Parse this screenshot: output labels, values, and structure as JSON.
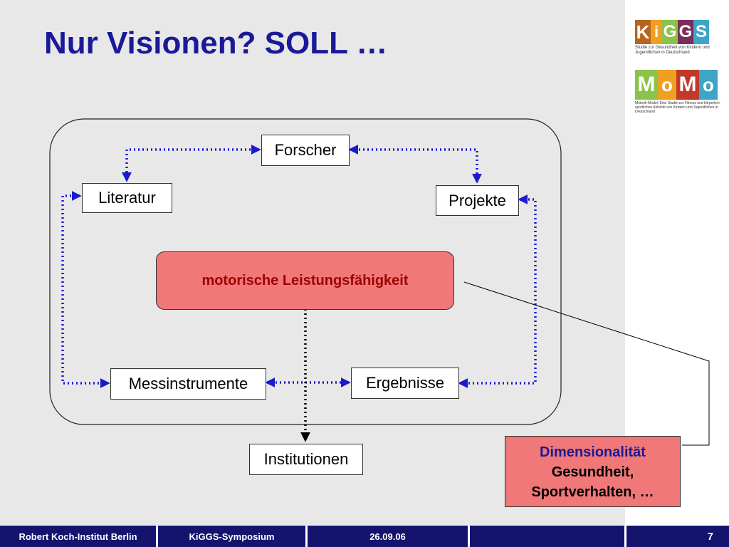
{
  "title": "Nur Visionen? SOLL …",
  "diagram": {
    "boxes": {
      "forscher": "Forscher",
      "literatur": "Literatur",
      "projekte": "Projekte",
      "messinstrumente": "Messinstrumente",
      "ergebnisse": "Ergebnisse",
      "institutionen": "Institutionen"
    },
    "center": "motorische Leistungsfähigkeit",
    "callout": {
      "line1": "Dimensionalität",
      "line2": "Gesundheit,",
      "line3": "Sportverhalten, …"
    }
  },
  "logos": {
    "kiggs": {
      "letters": [
        "K",
        "i",
        "G",
        "G",
        "S"
      ],
      "subtitle": "Studie zur Gesundheit von Kindern und Jugendlichen in Deutschland"
    },
    "momo": {
      "letters": [
        "M",
        "o",
        "M",
        "o"
      ],
      "subtitle": "Motorik-Modul: Eine Studie zur Fitness und körperlich-sportlichen Aktivität von Kindern und Jugendlichen in Deutschland"
    }
  },
  "footer": {
    "institute": "Robert Koch-Institut Berlin",
    "event": "KiGGS-Symposium",
    "date": "26.09.06",
    "empty": "",
    "page": "7"
  },
  "colors": {
    "title": "#1a1a99",
    "arrows_blue": "#1a1acc",
    "center_fill": "#f07878",
    "footer_bg": "#14146e"
  }
}
